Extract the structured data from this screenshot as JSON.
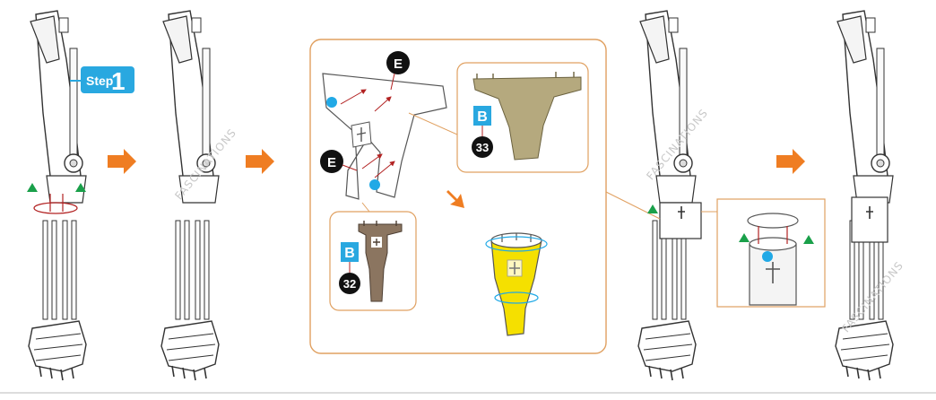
{
  "step": {
    "prefix": "Step",
    "number": "1",
    "badge_color": "#29a8e0"
  },
  "callouts": {
    "letter_e": "E",
    "sheet_b": "B",
    "part_33": "33",
    "part_32": "32"
  },
  "watermark": "FASCINATIONS",
  "colors": {
    "arrow_orange": "#ef7d22",
    "panel_border": "#e0a060",
    "part_olive": "#b5a97e",
    "part_brown": "#8b7560",
    "highlight_yellow": "#f5e000",
    "marker_green": "#1aa04a",
    "marker_blue": "#21a9e6",
    "assembly_red": "#b22222"
  }
}
